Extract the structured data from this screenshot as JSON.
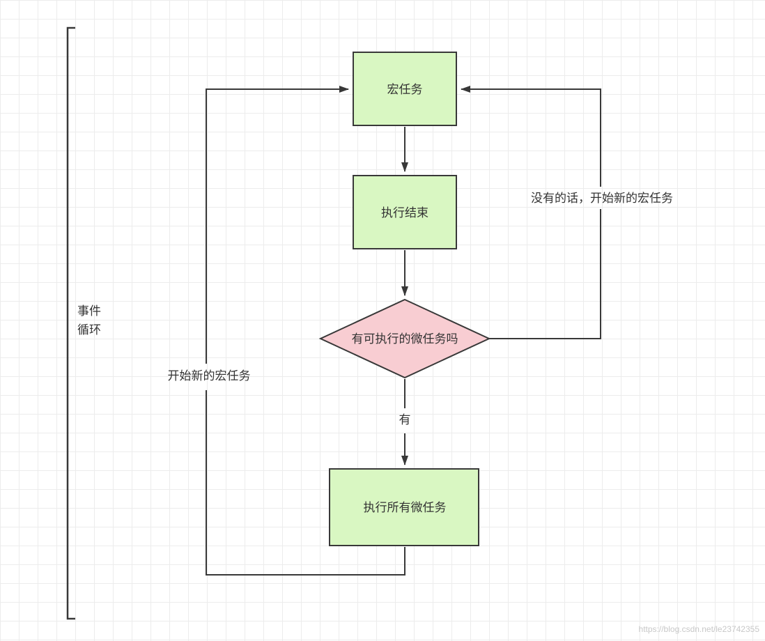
{
  "diagram": {
    "bracket": {
      "line1": "事件",
      "line2": "循环"
    },
    "nodes": {
      "macro_task": {
        "label": "宏任务"
      },
      "execution_end": {
        "label": "执行结束"
      },
      "microtask_check": {
        "label": "有可执行的微任务吗"
      },
      "run_all_microtasks": {
        "label": "执行所有微任务"
      }
    },
    "edges": {
      "has_microtask_label": "有",
      "start_new_macro_left": "开始新的宏任务",
      "start_new_macro_right": "没有的话，开始新的宏任务"
    },
    "colors": {
      "process_fill": "#d9f7c2",
      "decision_fill": "#f8cdd2",
      "stroke": "#383838",
      "grid_line": "#ececec"
    }
  },
  "watermark": {
    "text": "https://blog.csdn.net/le23742355"
  }
}
